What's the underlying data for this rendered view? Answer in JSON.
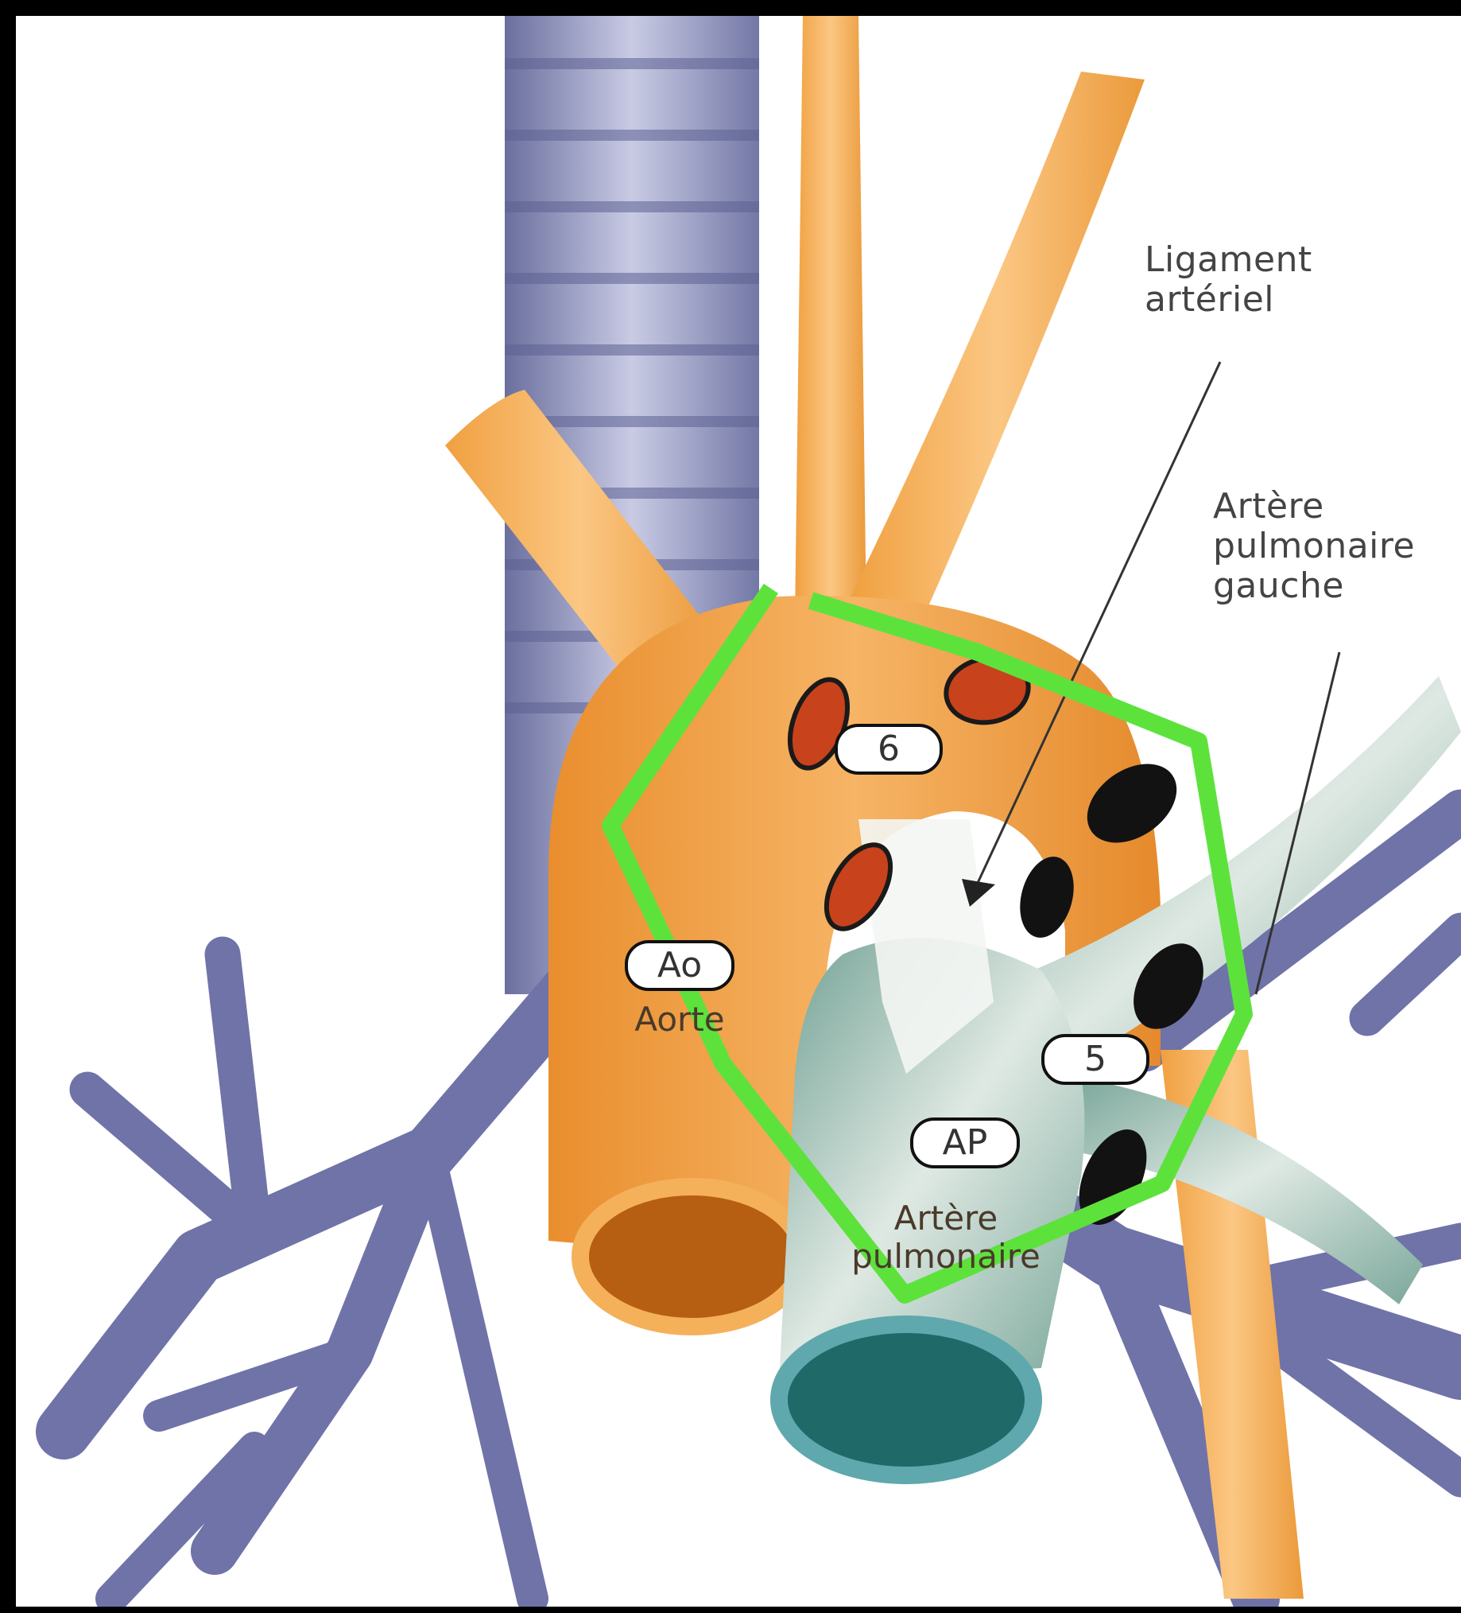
{
  "labels": {
    "ligament": [
      "Ligament",
      "artériel"
    ],
    "pulmonary_left": [
      "Artère",
      "pulmonaire",
      "gauche"
    ],
    "station_6": "6",
    "station_5": "5",
    "ao_tag": "Ao",
    "aorte": "Aorte",
    "ap_tag": "AP",
    "pulmonary_trunk": [
      "Artère",
      "pulmonaire"
    ]
  },
  "colors": {
    "highlight_outline": "#5de23c",
    "aorta": "#f0a44a",
    "pulmonary_artery": "#8fb7aa",
    "trachea_bronchi": "#7a7fb0",
    "node_red": "#c8421c",
    "node_black": "#121212"
  }
}
